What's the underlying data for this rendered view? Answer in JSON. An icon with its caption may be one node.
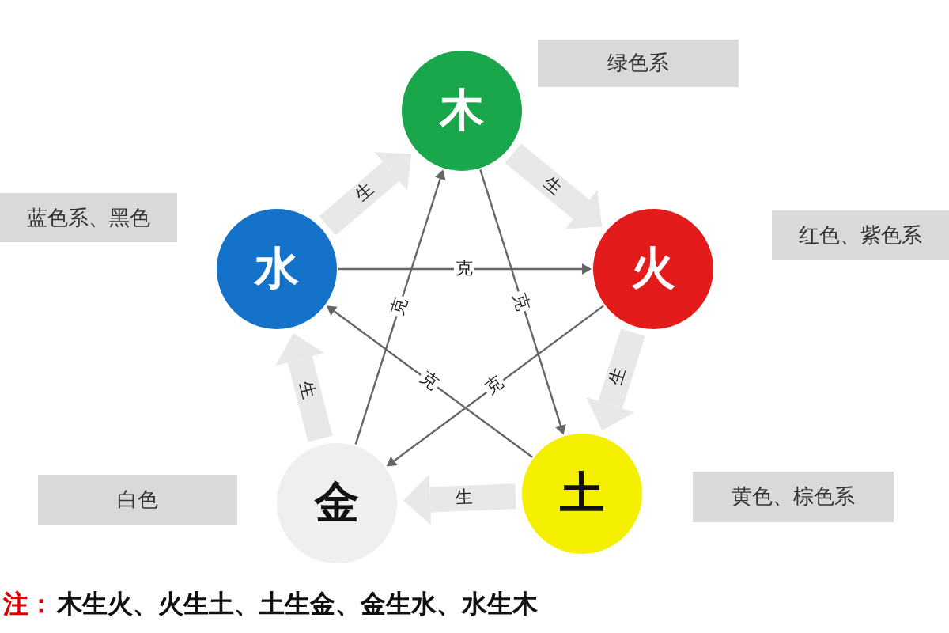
{
  "diagram": {
    "nodes": [
      {
        "text": [
          "木"
        ]
      },
      {
        "text": [
          "绿色系"
        ]
      },
      {
        "text": [
          "蓝色系、黑色"
        ]
      },
      {
        "text": [
          "水"
        ]
      },
      {
        "text": [
          "火"
        ]
      },
      {
        "text": [
          "红色、紫色系"
        ]
      },
      {
        "text": [
          "白色"
        ]
      },
      {
        "text": [
          "金"
        ]
      },
      {
        "text": [
          "土"
        ]
      },
      {
        "text": [
          "黄色、棕色系"
        ]
      }
    ],
    "edges": [
      {
        "from": 0,
        "to": 4,
        "arrow": "to",
        "label": "生",
        "style": "thick",
        "color": "#e8e8e8"
      },
      {
        "from": 4,
        "to": 8,
        "arrow": "to",
        "label": "生",
        "style": "thick",
        "color": "#e8e8e8"
      },
      {
        "from": 8,
        "to": 7,
        "arrow": "to",
        "label": "生",
        "style": "thick",
        "color": "#e8e8e8"
      },
      {
        "from": 7,
        "to": 3,
        "arrow": "to",
        "label": "生",
        "style": "thick",
        "color": "#e8e8e8"
      },
      {
        "from": 3,
        "to": 0,
        "arrow": "to",
        "label": "生",
        "style": "thick",
        "color": "#e8e8e8"
      },
      {
        "from": 3,
        "to": 4,
        "arrow": "to",
        "label": "克",
        "color": "#666666"
      },
      {
        "from": 7,
        "to": 0,
        "arrow": "to",
        "label": "克",
        "color": "#666666"
      },
      {
        "from": 0,
        "to": 8,
        "arrow": "to",
        "label": "克",
        "color": "#666666"
      },
      {
        "from": 4,
        "to": 7,
        "arrow": "to",
        "label": "克",
        "color": "#666666"
      },
      {
        "from": 8,
        "to": 3,
        "arrow": "to",
        "label": "克",
        "color": "#666666"
      }
    ],
    "labels": [
      "注：",
      "木生火、火生土、土生金、金生水、水生木"
    ]
  }
}
